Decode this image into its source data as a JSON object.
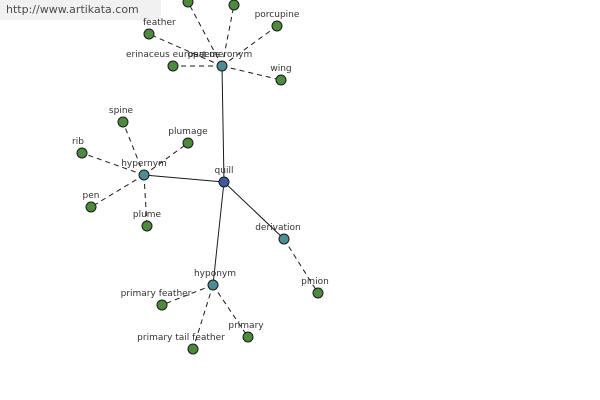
{
  "watermark": {
    "text": "http://www.artikata.com"
  },
  "colors": {
    "center": "#3d5aa0",
    "relation": "#4d8c95",
    "leaf": "#4e8a3e",
    "edge": "#1a1a1a",
    "text": "#333333"
  },
  "graph": {
    "center": {
      "id": "quill",
      "label": "quill"
    },
    "relations": [
      {
        "id": "part-meronym",
        "label": "part meronym"
      },
      {
        "id": "hypernym",
        "label": "hypernym"
      },
      {
        "id": "derivation",
        "label": "derivation"
      },
      {
        "id": "hyponym",
        "label": "hyponym"
      }
    ],
    "leaves": [
      {
        "id": "leaf-top-1",
        "label": "",
        "relation": "part-meronym"
      },
      {
        "id": "leaf-top-2",
        "label": "",
        "relation": "part-meronym"
      },
      {
        "id": "feather",
        "label": "feather",
        "relation": "part-meronym"
      },
      {
        "id": "porcupine",
        "label": "porcupine",
        "relation": "part-meronym"
      },
      {
        "id": "erinaceus-europaeus",
        "label": "erinaceus europaeus",
        "relation": "part-meronym"
      },
      {
        "id": "wing",
        "label": "wing",
        "relation": "part-meronym"
      },
      {
        "id": "spine",
        "label": "spine",
        "relation": "hypernym"
      },
      {
        "id": "plumage",
        "label": "plumage",
        "relation": "hypernym"
      },
      {
        "id": "rib",
        "label": "rib",
        "relation": "hypernym"
      },
      {
        "id": "pen",
        "label": "pen",
        "relation": "hypernym"
      },
      {
        "id": "plume",
        "label": "plume",
        "relation": "hypernym"
      },
      {
        "id": "pinion",
        "label": "pinion",
        "relation": "derivation"
      },
      {
        "id": "primary-feather",
        "label": "primary feather",
        "relation": "hyponym"
      },
      {
        "id": "primary",
        "label": "primary",
        "relation": "hyponym"
      },
      {
        "id": "primary-tail-feather",
        "label": "primary tail feather",
        "relation": "hyponym"
      }
    ]
  }
}
